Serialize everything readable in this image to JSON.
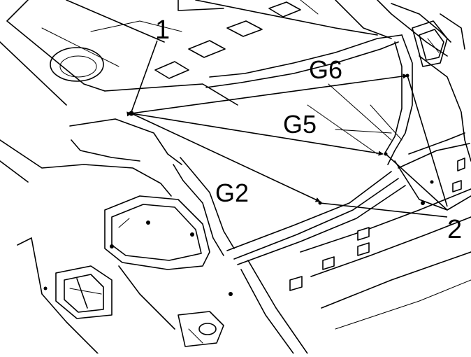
{
  "callouts": {
    "point_1": "1",
    "point_2": "2",
    "g6": "G6",
    "g5": "G5",
    "g2": "G2"
  },
  "colors": {
    "line": "#000000",
    "background": "#ffffff"
  }
}
